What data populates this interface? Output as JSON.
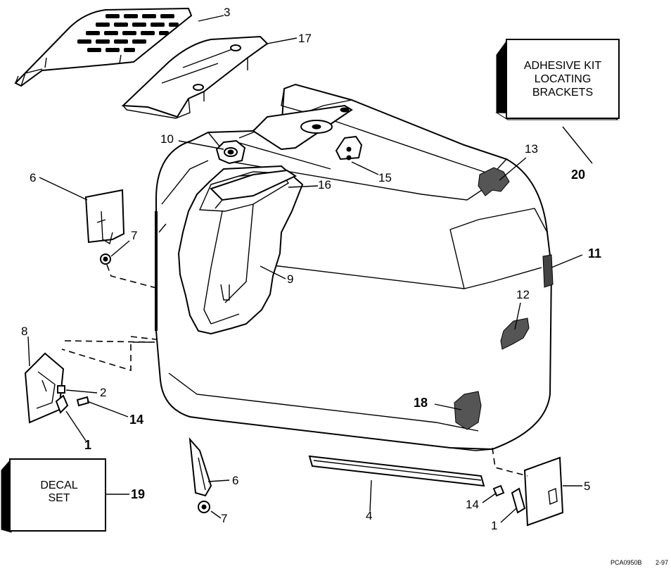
{
  "callouts": {
    "c1a": "1",
    "c1b": "1",
    "c2": "2",
    "c3": "3",
    "c4": "4",
    "c5": "5",
    "c6a": "6",
    "c6b": "6",
    "c7a": "7",
    "c7b": "7",
    "c8": "8",
    "c9": "9",
    "c10": "10",
    "c11": "11",
    "c12": "12",
    "c13": "13",
    "c14a": "14",
    "c14b": "14",
    "c15": "15",
    "c16": "16",
    "c17": "17",
    "c18": "18",
    "c19": "19",
    "c20": "20"
  },
  "adhesive_box": {
    "line1": "ADHESIVE KIT",
    "line2": "LOCATING",
    "line3": "BRACKETS"
  },
  "decal_box": {
    "line1": "DECAL",
    "line2": "SET"
  },
  "footer": {
    "code": "PCA0950B",
    "date": "2-97"
  }
}
